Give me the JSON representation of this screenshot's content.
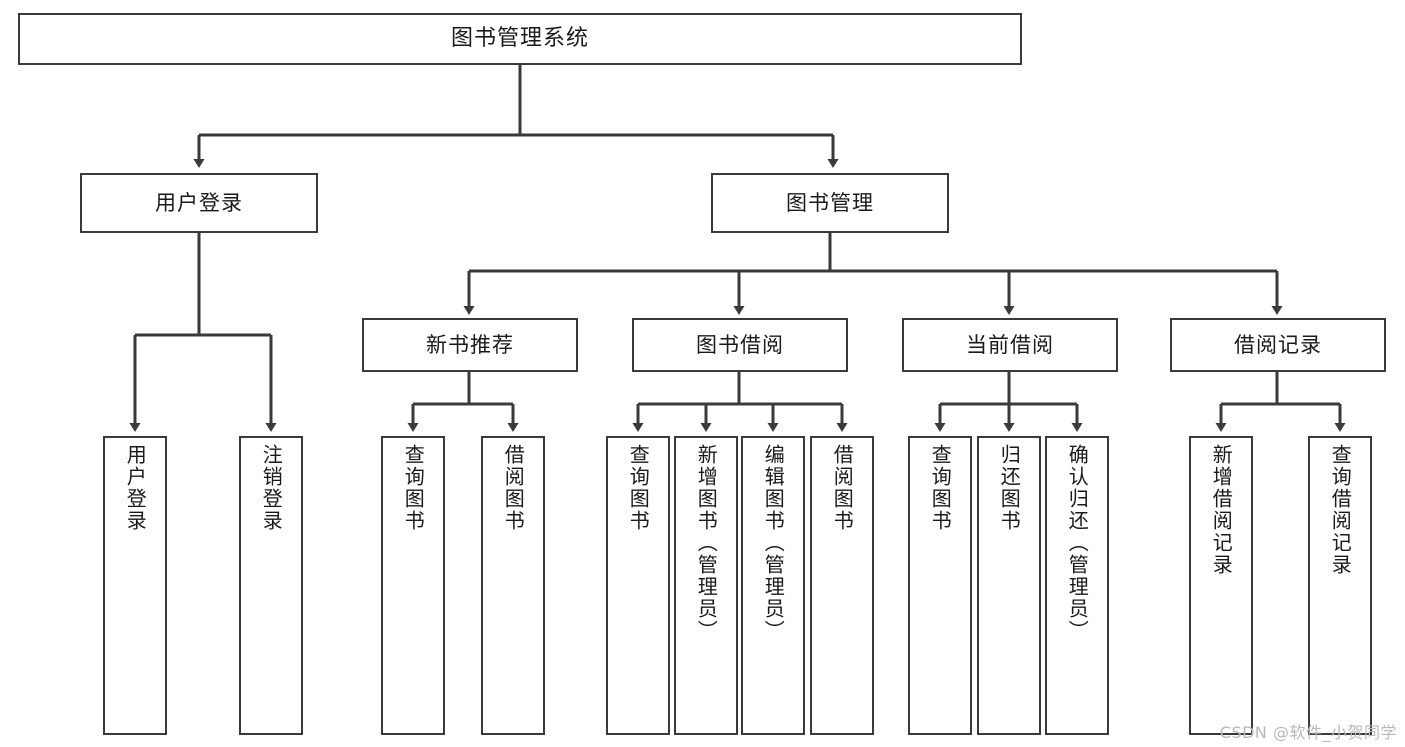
{
  "diagram": {
    "title": "图书管理系统",
    "type": "functional-hierarchy-tree",
    "background_color": "#ffffff",
    "line_color": "#3a3a3a",
    "text_color": "#1a1a1a"
  },
  "watermark": {
    "text": "CSDN @软件_小贺同学",
    "color": "#b8b8b8"
  },
  "nodes": {
    "root": {
      "label": "图书管理系统",
      "level": 0
    },
    "level1": [
      {
        "id": "user-login",
        "label": "用户登录"
      },
      {
        "id": "book-manage",
        "label": "图书管理"
      }
    ],
    "level2": [
      {
        "id": "new-book-recommend",
        "label": "新书推荐"
      },
      {
        "id": "book-borrow",
        "label": "图书借阅"
      },
      {
        "id": "current-borrow",
        "label": "当前借阅"
      },
      {
        "id": "borrow-record",
        "label": "借阅记录"
      }
    ],
    "leaves": [
      {
        "id": "leaf-user-login",
        "parent": "user-login",
        "label": "用户登录"
      },
      {
        "id": "leaf-logout",
        "parent": "user-login",
        "label": "注销登录"
      },
      {
        "id": "leaf-query-book-1",
        "parent": "new-book-recommend",
        "label": "查询图书"
      },
      {
        "id": "leaf-borrow-book-1",
        "parent": "new-book-recommend",
        "label": "借阅图书"
      },
      {
        "id": "leaf-query-book-2",
        "parent": "book-borrow",
        "label": "查询图书"
      },
      {
        "id": "leaf-add-book",
        "parent": "book-borrow",
        "label": "新增图书（管理员）"
      },
      {
        "id": "leaf-edit-book",
        "parent": "book-borrow",
        "label": "编辑图书（管理员）"
      },
      {
        "id": "leaf-borrow-book-2",
        "parent": "book-borrow",
        "label": "借阅图书"
      },
      {
        "id": "leaf-query-book-3",
        "parent": "current-borrow",
        "label": "查询图书"
      },
      {
        "id": "leaf-return-book",
        "parent": "current-borrow",
        "label": "归还图书"
      },
      {
        "id": "leaf-confirm-return",
        "parent": "current-borrow",
        "label": "确认归还（管理员）"
      },
      {
        "id": "leaf-add-record",
        "parent": "borrow-record",
        "label": "新增借阅记录"
      },
      {
        "id": "leaf-query-record",
        "parent": "borrow-record",
        "label": "查询借阅记录"
      }
    ]
  }
}
